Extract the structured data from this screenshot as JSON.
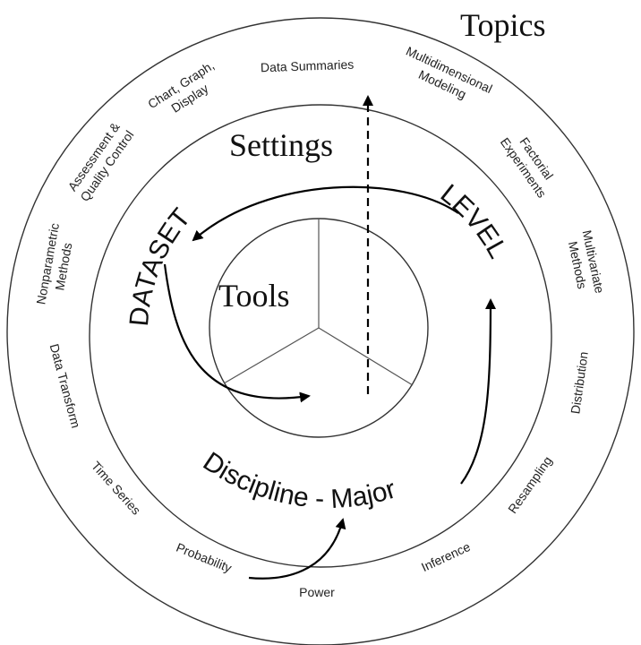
{
  "headings": {
    "topics": "Topics",
    "settings": "Settings",
    "tools": "Tools"
  },
  "curved_labels": {
    "dataset": "DATASET",
    "level": "LEVEL",
    "discipline": "Discipline - Major"
  },
  "topics": {
    "data_summaries": "Data Summaries",
    "multidimensional_1": "Multidimensional",
    "multidimensional_2": "Modeling",
    "factorial_1": "Factorial",
    "factorial_2": "Experiments",
    "multivariate_1": "Multivariate",
    "multivariate_2": "Methods",
    "distribution": "Distribution",
    "resampling": "Resampling",
    "inference": "Inference",
    "power": "Power",
    "probability": "Probability",
    "time_series": "Time Series",
    "data_transform": "Data Transform",
    "nonparametric_1": "Nonparametric",
    "nonparametric_2": "Methods",
    "assessment_1": "Assessment &",
    "assessment_2": "Quality Control",
    "chart_1": "Chart, Graph,",
    "chart_2": "Display"
  }
}
